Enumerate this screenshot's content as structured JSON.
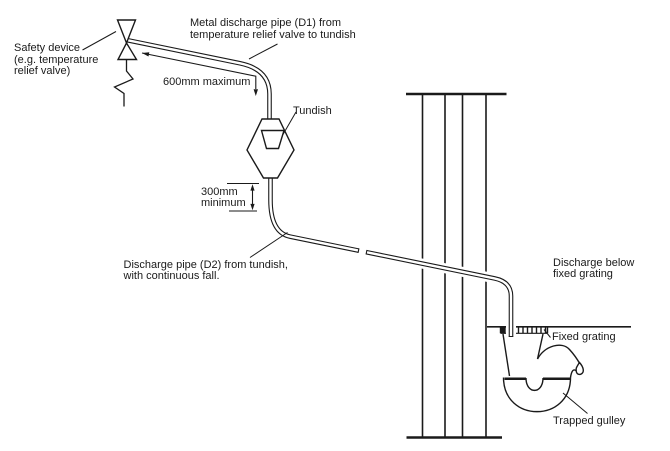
{
  "colors": {
    "ink": "#1a1a1a",
    "paper": "#ffffff"
  },
  "diagram": {
    "labels": {
      "safety_device": "Safety device\n(e.g. temperature\nrelief valve)",
      "d1_pipe": "Metal discharge pipe (D1) from\ntemperature relief valve to tundish",
      "tundish": "Tundish",
      "d2_pipe": "Discharge pipe (D2) from tundish,\nwith continuous fall.",
      "discharge_below_grating": "Discharge below\nfixed grating",
      "fixed_grating": "Fixed grating",
      "trapped_gulley": "Trapped gulley"
    },
    "dimensions": {
      "d1_max_length": "600mm maximum",
      "tundish_min_drop": "300mm\nminimum"
    }
  }
}
